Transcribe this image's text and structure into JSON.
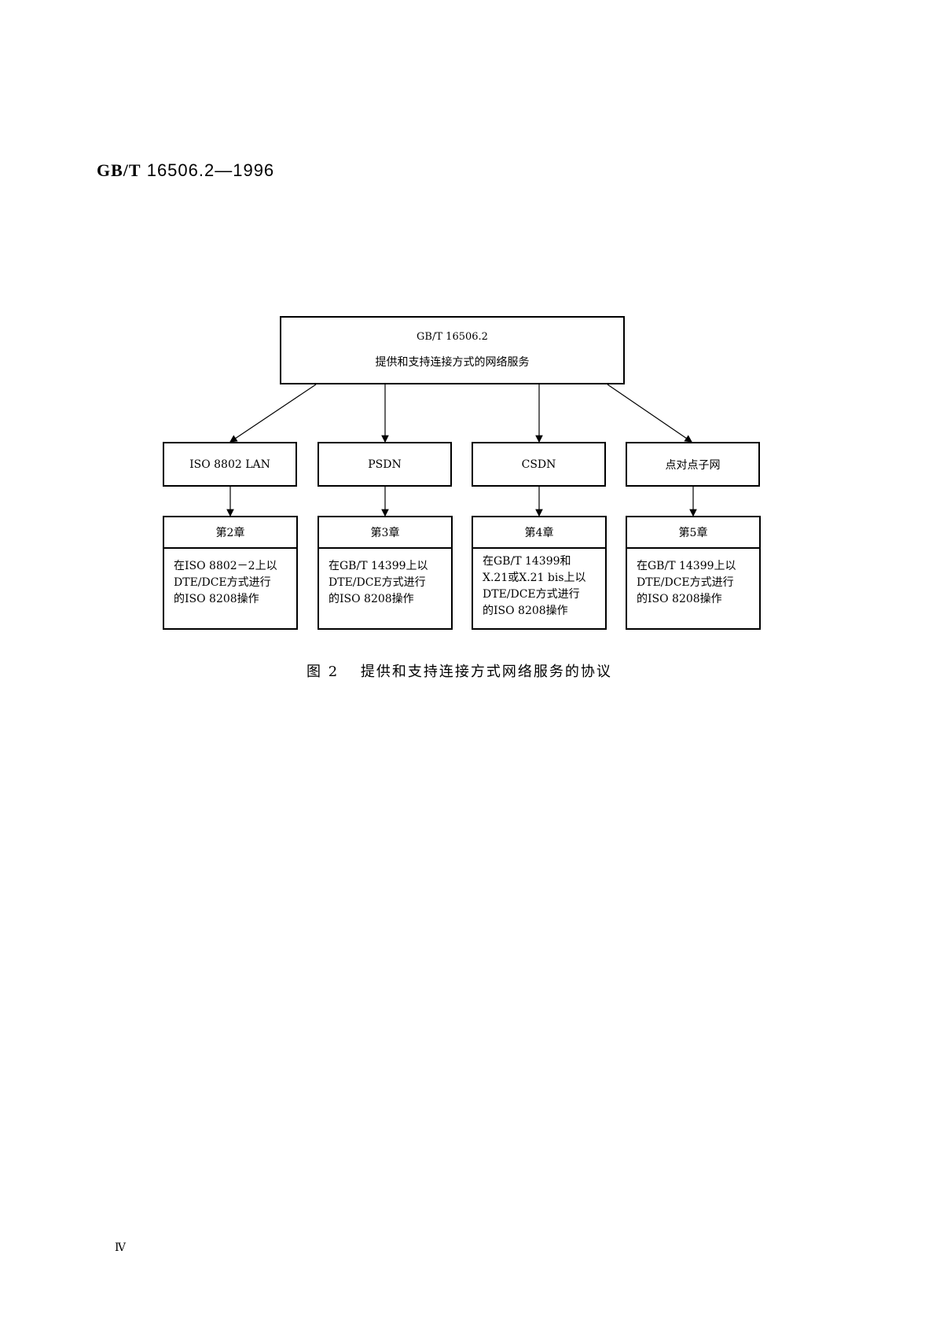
{
  "header": {
    "prefix": "GB/T",
    "code": "16506.2—1996"
  },
  "diagram": {
    "top": {
      "line1": "GB/T 16506.2",
      "line2": "提供和支持连接方式的网络服务"
    },
    "branches": [
      {
        "network": "ISO 8802 LAN",
        "chapter": "第2章",
        "desc": [
          "在ISO 8802－2上以",
          "DTE/DCE方式进行",
          "的ISO 8208操作"
        ]
      },
      {
        "network": "PSDN",
        "chapter": "第3章",
        "desc": [
          "在GB/T 14399上以",
          "DTE/DCE方式进行",
          "的ISO 8208操作"
        ]
      },
      {
        "network": "CSDN",
        "chapter": "第4章",
        "desc": [
          "在GB/T 14399和",
          "X.21或X.21 bis上以",
          "DTE/DCE方式进行",
          "的ISO 8208操作"
        ]
      },
      {
        "network": "点对点子网",
        "chapter": "第5章",
        "desc": [
          "在GB/T 14399上以",
          "DTE/DCE方式进行",
          "的ISO 8208操作"
        ]
      }
    ]
  },
  "caption": {
    "number": "图 2",
    "text": "提供和支持连接方式网络服务的协议"
  },
  "page_number": "Ⅳ"
}
